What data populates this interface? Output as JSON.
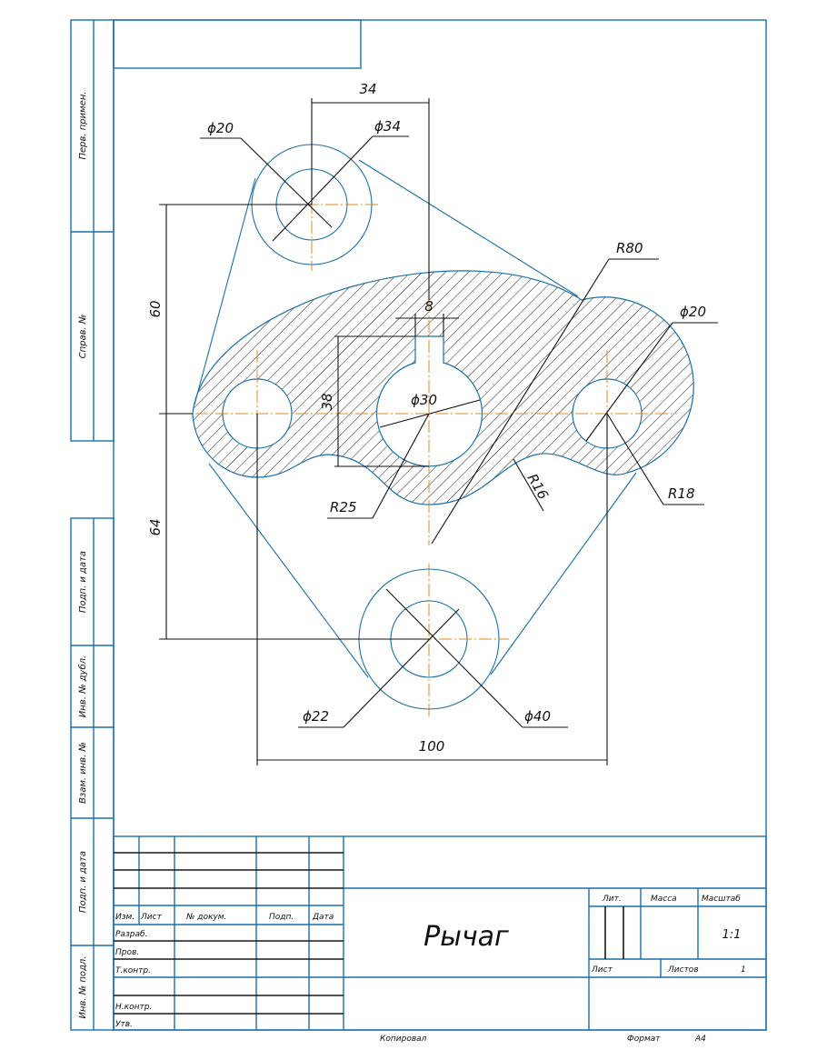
{
  "title_block": {
    "part_name": "Рычаг",
    "columns": [
      "Изм.",
      "Лист",
      "№ докум.",
      "Подп.",
      "Дата"
    ],
    "rows": [
      "Разраб.",
      "Пров.",
      "Т.контр.",
      "Н.контр.",
      "Утв."
    ],
    "lit_label": "Лит.",
    "mass_label": "Масса",
    "scale_label": "Масштаб",
    "scale_value": "1:1",
    "sheet_label": "Лист",
    "sheets_label": "Листов",
    "sheets_value": "1",
    "copied_label": "Копировал",
    "format_label": "Формат",
    "format_value": "А4"
  },
  "side_strip": [
    "Перв. примен.",
    "Справ. №",
    "Подп. и дата",
    "Инв. № дубл.",
    "Взам. инв. №",
    "Подп. и дата",
    "Инв. № подл."
  ],
  "dimensions": {
    "d34": "34",
    "phi20_top": "ϕ20",
    "phi34": "ϕ34",
    "d60": "60",
    "d64": "64",
    "d8": "8",
    "d38": "38",
    "phi30": "ϕ30",
    "r80": "R80",
    "phi20_right": "ϕ20",
    "r18": "R18",
    "r16": "R16",
    "r25": "R25",
    "phi22": "ϕ22",
    "phi40": "ϕ40",
    "d100": "100"
  }
}
